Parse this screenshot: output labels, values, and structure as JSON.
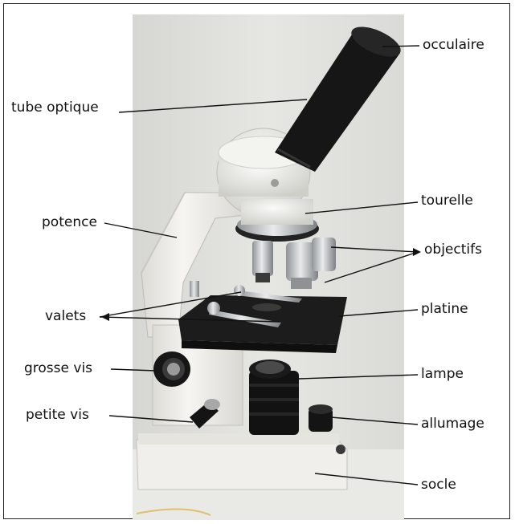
{
  "labels": {
    "occulaire": "occulaire",
    "tube_optique": "tube optique",
    "tourelle": "tourelle",
    "potence": "potence",
    "objectifs": "objectifs",
    "valets": "valets",
    "platine": "platine",
    "grosse_vis": "grosse vis",
    "lampe": "lampe",
    "petite_vis": "petite vis",
    "allumage": "allumage",
    "socle": "socle"
  },
  "colors": {
    "body": "#f1f0ec",
    "stage": "#1e1e1e",
    "tube": "#161616",
    "chrome": "#c7c9cb",
    "background": "#dcdcd8"
  }
}
